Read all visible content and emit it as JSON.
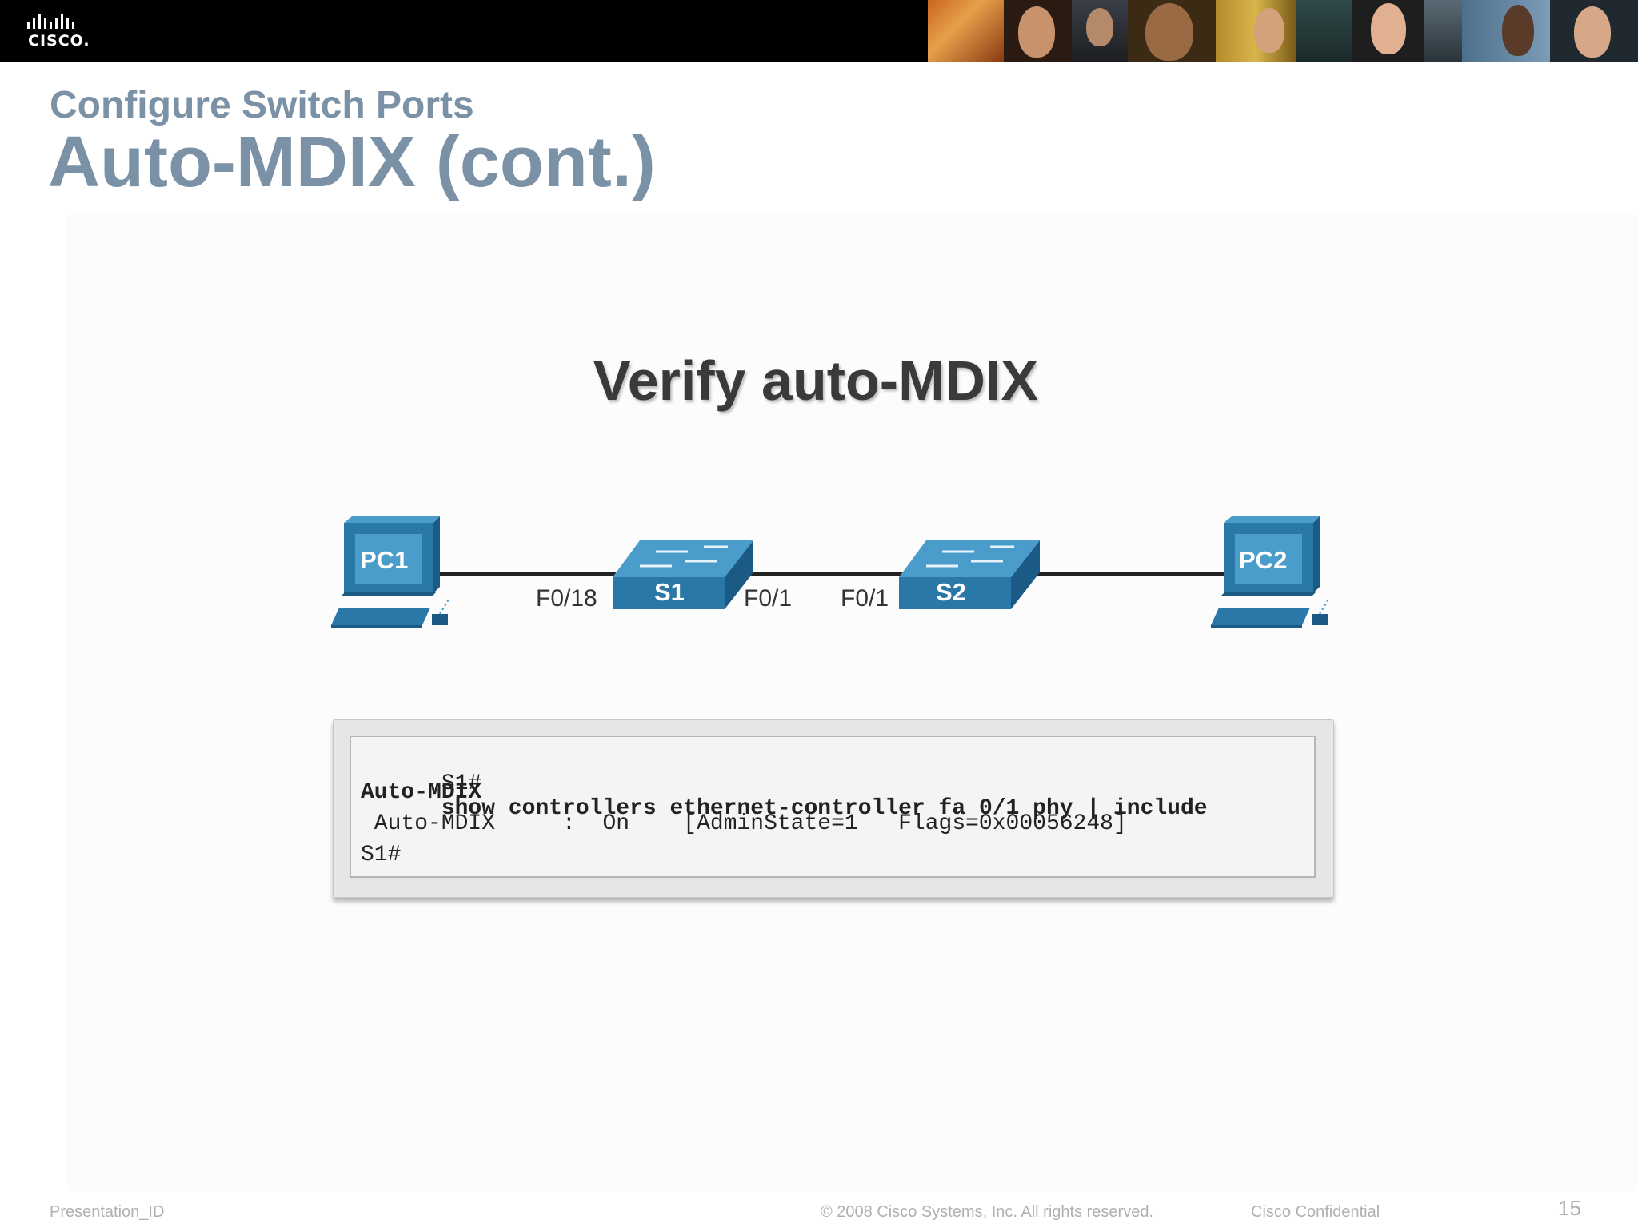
{
  "header": {
    "logo_text": "CISCO."
  },
  "slide": {
    "subtitle": "Configure Switch Ports",
    "title": "Auto-MDIX (cont.)"
  },
  "figure": {
    "heading": "Verify auto-MDIX",
    "devices": {
      "pc1": "PC1",
      "pc2": "PC2",
      "s1": "S1",
      "s2": "S2"
    },
    "ports": {
      "s1_to_pc1": "F0/18",
      "s1_to_s2": "F0/1",
      "s2_to_s1": "F0/1"
    },
    "colors": {
      "device_blue": "#2a78a8",
      "device_dark": "#1a5a84",
      "device_light": "#4a9ccb",
      "link": "#222222"
    }
  },
  "cli": {
    "line1_prompt": "S1#",
    "line1_command": "show controllers ethernet-controller fa 0/1 phy | include",
    "line2_command": "Auto-MDIX",
    "line3_output": " Auto-MDIX     :  On    [AdminState=1   Flags=0x00056248]",
    "line4_prompt": "S1#"
  },
  "footer": {
    "presentation_id": "Presentation_ID",
    "copyright": "© 2008 Cisco Systems, Inc. All rights reserved.",
    "confidential": "Cisco Confidential",
    "page_number": "15"
  }
}
